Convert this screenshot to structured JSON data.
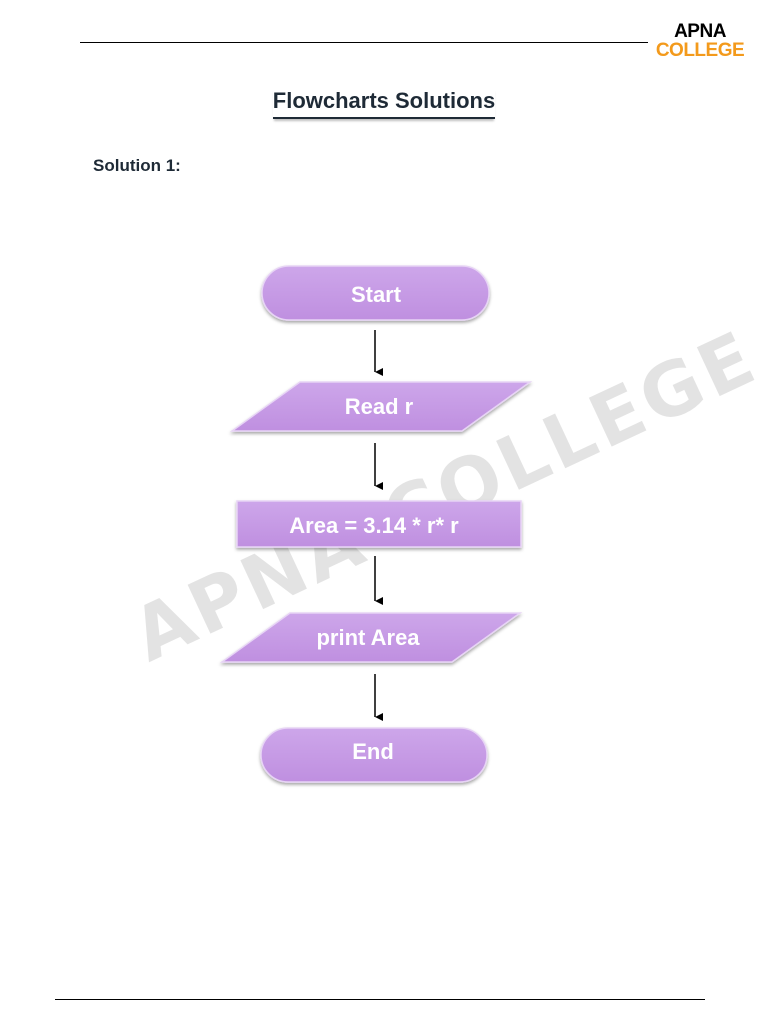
{
  "header": {
    "logo_line1": "APNA",
    "logo_line2": "COLLEGE"
  },
  "page": {
    "title": "Flowcharts Solutions",
    "subtitle": "Solution 1:"
  },
  "watermark": "APNA COLLEGE",
  "flowchart": {
    "fill_color": "#c69be6",
    "nodes": [
      {
        "type": "terminator",
        "label": "Start"
      },
      {
        "type": "input-output",
        "label": "Read r"
      },
      {
        "type": "process",
        "label": "Area = 3.14 * r* r"
      },
      {
        "type": "input-output",
        "label": "print Area"
      },
      {
        "type": "terminator",
        "label": "End"
      }
    ],
    "edges": [
      {
        "from": "Start",
        "to": "Read r"
      },
      {
        "from": "Read r",
        "to": "Area = 3.14 * r* r"
      },
      {
        "from": "Area = 3.14 * r* r",
        "to": "print Area"
      },
      {
        "from": "print Area",
        "to": "End"
      }
    ]
  }
}
